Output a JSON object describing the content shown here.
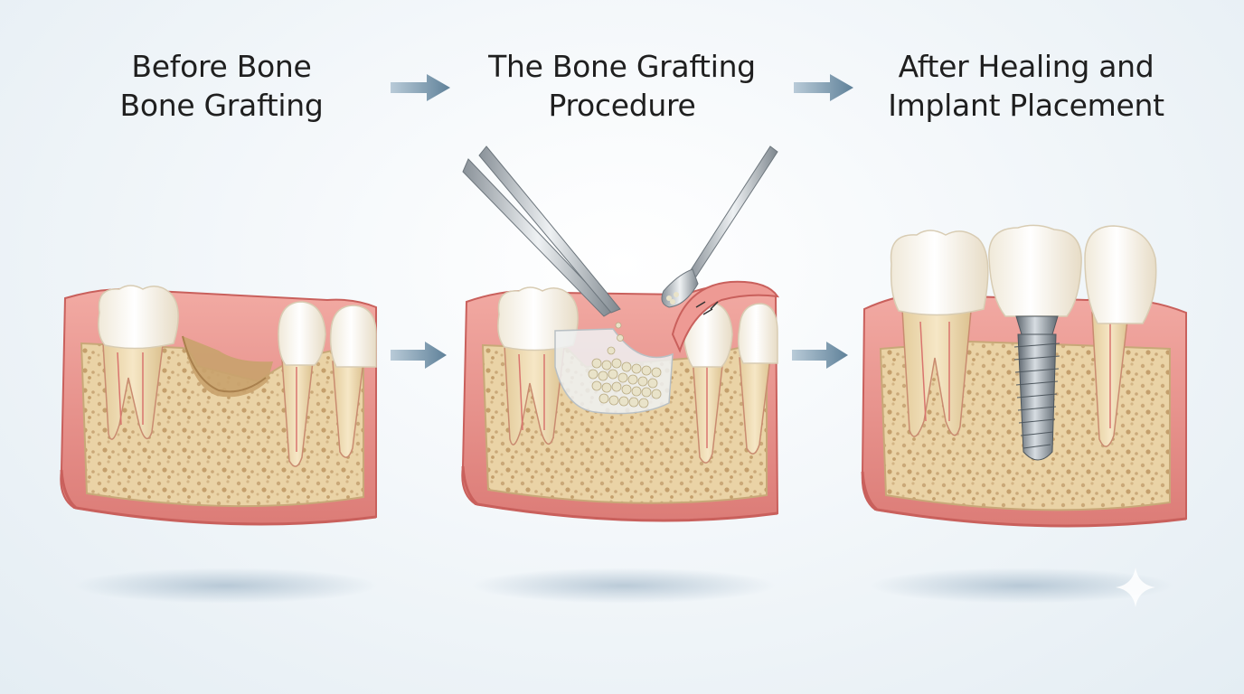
{
  "stages": [
    {
      "title_lines": [
        "Before Bone",
        "Bone Grafting"
      ]
    },
    {
      "title_lines": [
        "The Bone Grafting",
        "Procedure"
      ]
    },
    {
      "title_lines": [
        "After Healing and",
        "Implant Placement"
      ]
    }
  ],
  "colors": {
    "gum": "#e48b86",
    "gum_dark": "#c95a58",
    "bone": "#ead3a6",
    "bone_spot": "#c9a877",
    "tooth": "#fbf8f0",
    "root": "#f0dcb4",
    "arrow": "#6d8ea6",
    "implant": "#9aa2a9",
    "text": "#1f1f1f"
  },
  "icons": [
    "arrow-right-icon",
    "sparkle-icon"
  ]
}
